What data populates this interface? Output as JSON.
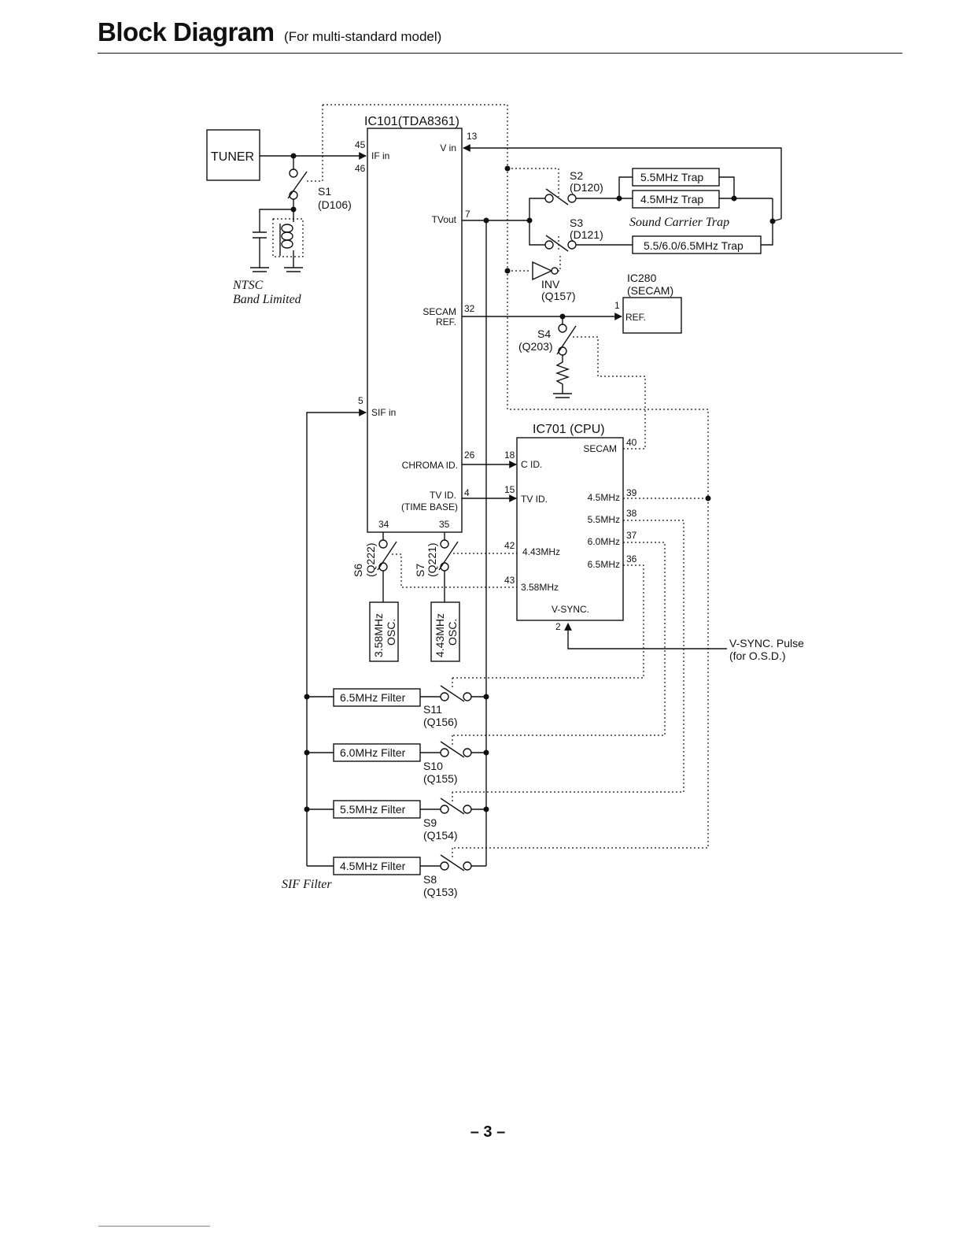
{
  "header": {
    "title": "Block Diagram",
    "subtitle": "(For multi-standard model)"
  },
  "diagram": {
    "tuner": "TUNER",
    "ic101": {
      "title": "IC101(TDA8361)",
      "pins": {
        "p45": "45",
        "p46": "46",
        "p13": "13",
        "p7": "7",
        "p32": "32",
        "p5": "5",
        "p26": "26",
        "p4": "4",
        "p34": "34",
        "p35": "35"
      },
      "if_in": "IF in",
      "v_in": "V in",
      "tvout": "TVout",
      "secam_ref_1": "SECAM",
      "secam_ref_2": "REF.",
      "sif_in": "SIF in",
      "chroma_id": "CHROMA ID.",
      "tv_id_1": "TV ID.",
      "tv_id_2": "(TIME BASE)"
    },
    "s1": {
      "name": "S1",
      "device": "(D106)"
    },
    "ntsc_1": "NTSC",
    "ntsc_2": "Band Limited",
    "s2": {
      "name": "S2",
      "device": "(D120)"
    },
    "s3": {
      "name": "S3",
      "device": "(D121)"
    },
    "trap_55": "5.5MHz Trap",
    "trap_45": "4.5MHz Trap",
    "trap_multi": "5.5/6.0/6.5MHz Trap",
    "sound_carrier_trap": "Sound Carrier Trap",
    "inv": {
      "name": "INV",
      "device": "(Q157)"
    },
    "ic280": {
      "title_1": "IC280",
      "title_2": "(SECAM)",
      "pin1": "1",
      "ref": "REF."
    },
    "s4": {
      "name": "S4",
      "device": "(Q203)"
    },
    "ic701": {
      "title": "IC701 (CPU)",
      "secam": "SECAM",
      "pin40": "40",
      "c_id": "C ID.",
      "pin18": "18",
      "tv_id": "TV ID.",
      "pin15": "15",
      "mhz45": "4.5MHz",
      "pin39": "39",
      "mhz55": "5.5MHz",
      "pin38": "38",
      "mhz60": "6.0MHz",
      "pin37": "37",
      "mhz65": "6.5MHz",
      "pin36": "36",
      "mhz443": "4.43MHz",
      "pin42": "42",
      "mhz358": "3.58MHz",
      "pin43": "43",
      "vsync": "V-SYNC.",
      "pin2": "2"
    },
    "s6": {
      "name": "S6",
      "device": "(Q222)"
    },
    "s7": {
      "name": "S7",
      "device": "(Q221)"
    },
    "osc358_1": "3.58MHz",
    "osc358_2": "OSC.",
    "osc443_1": "4.43MHz",
    "osc443_2": "OSC.",
    "vsync_pulse_1": "V-SYNC. Pulse",
    "vsync_pulse_2": "(for O.S.D.)",
    "filters": {
      "f65": "6.5MHz Filter",
      "f60": "6.0MHz Filter",
      "f55": "5.5MHz Filter",
      "f45": "4.5MHz Filter"
    },
    "s11": {
      "name": "S11",
      "device": "(Q156)"
    },
    "s10": {
      "name": "S10",
      "device": "(Q155)"
    },
    "s9": {
      "name": "S9",
      "device": "(Q154)"
    },
    "s8": {
      "name": "S8",
      "device": "(Q153)"
    },
    "sif_filter": "SIF Filter"
  },
  "footer": {
    "page_number": "– 3 –"
  }
}
